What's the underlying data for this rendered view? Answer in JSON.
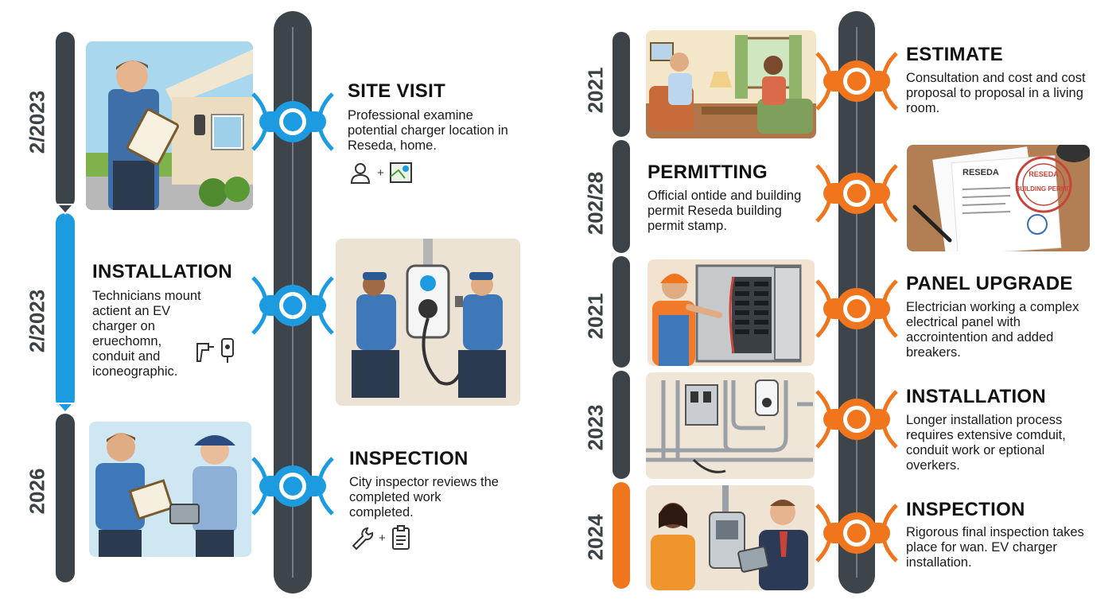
{
  "colors": {
    "blue": "#1d9be0",
    "orange": "#f0751c",
    "dark": "#3b4349"
  },
  "left": {
    "years": [
      "2/2023",
      "2/2023",
      "2026"
    ],
    "steps": [
      {
        "title": "SITE VISIT",
        "desc": "Professional examine potential charger location in Reseda, home.",
        "icons": [
          "person-icon",
          "map-icon"
        ]
      },
      {
        "title": "INSTALLATION",
        "desc": "Technicians mount actient an EV charger on erueс‍homn, conduit and iconeographic.",
        "icons": [
          "drill-icon",
          "charger-plug-icon"
        ]
      },
      {
        "title": "INSPECTION",
        "desc": "City inspector reviews the completed work completed.",
        "icons": [
          "wrench-icon",
          "checklist-icon"
        ]
      }
    ],
    "plus": "+"
  },
  "right": {
    "years": [
      "2021",
      "202/28",
      "2021",
      "2023",
      "2024"
    ],
    "steps": [
      {
        "title": "ESTIMATE",
        "desc": "Consultation and cost and cost proposal to proposal in a living room."
      },
      {
        "title": "PERMITTING",
        "desc": "Official ontide and building permit Reseda building permit stamp."
      },
      {
        "title": "PANEL UPGRADE",
        "desc": "Electrician working a complex  electrical panel with accrointention and added breakers."
      },
      {
        "title": "INSTALLATION",
        "desc": "Longer installation process requires extensive comduit, conduit work or eptional overkers."
      },
      {
        "title": "INSPECTION",
        "desc": "Rigorous final inspection takes place for wan. EV charger installation."
      }
    ],
    "permit": {
      "header": "RESEDA",
      "stamp_line1": "RESEDA",
      "stamp_line2": "BUILDING PERMIT"
    }
  }
}
